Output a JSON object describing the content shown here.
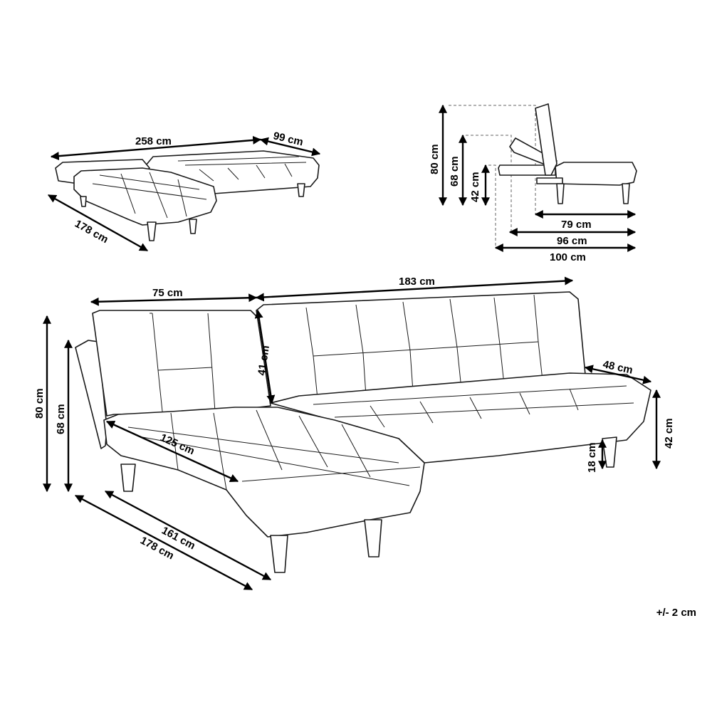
{
  "dimensions": {
    "top_left_view": {
      "total_width": "258  cm",
      "chaise_depth": "99 cm",
      "chaise_length": "178 cm"
    },
    "side_view": {
      "height_upright": "80 cm",
      "height_reclined": "68 cm",
      "seat_height": "42 cm",
      "depth_upright": "79 cm",
      "depth_reclined": "96 cm",
      "depth_flat": "100 cm"
    },
    "main_view": {
      "chaise_width": "75 cm",
      "sofa_width": "183 cm",
      "back_height": "41 cm",
      "arm_depth": "48 cm",
      "height_total": "80 cm",
      "height_mid": "68 cm",
      "cushion_length": "125 cm",
      "inner_length": "161 cm",
      "outer_length": "178 cm",
      "leg_height": "18 cm",
      "seat_height": "42 cm"
    }
  },
  "tolerance": "+/- 2 cm"
}
